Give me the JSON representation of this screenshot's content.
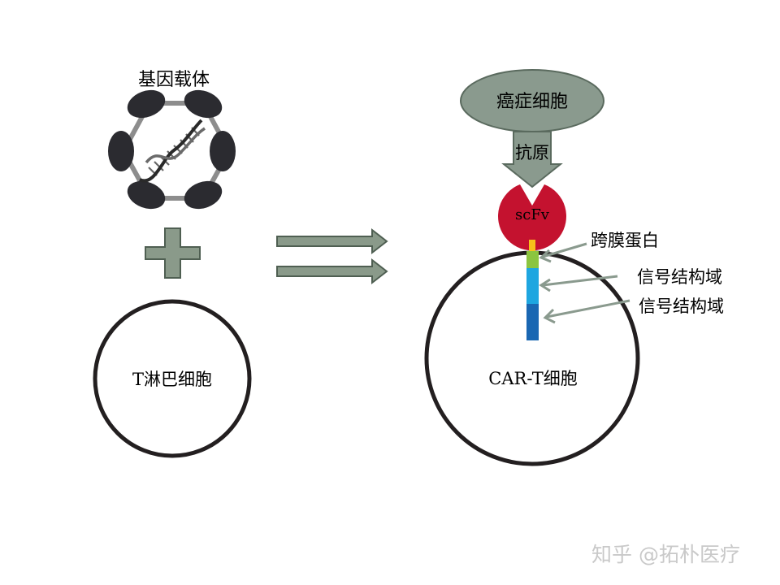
{
  "labels": {
    "gene_vector": "基因载体",
    "t_cell": "T淋巴细胞",
    "cancer_cell": "癌症细胞",
    "antigen": "抗原",
    "scfv": "scFv",
    "transmembrane": "跨膜蛋白",
    "signal_domain_1": "信号结构域",
    "signal_domain_2": "信号结构域",
    "car_t_cell": "CAR-T细胞",
    "watermark": "知乎 @拓朴医疗"
  },
  "colors": {
    "arrow_fill": "#8a9a8a",
    "arrow_stroke": "#4f5f52",
    "cell_outline": "#231f20",
    "cancer_cell_fill": "#8a9a8e",
    "scfv": "#c4122f",
    "hinge": "#f7c21a",
    "transmembrane": "#8bc53f",
    "signal_1": "#1ea6e0",
    "signal_2": "#1a67b2",
    "capsid": "#2b2b30",
    "hexagon": "#8d8d8d"
  },
  "icons": [
    "dna-helix-icon",
    "plus-icon",
    "double-arrow-icon"
  ]
}
